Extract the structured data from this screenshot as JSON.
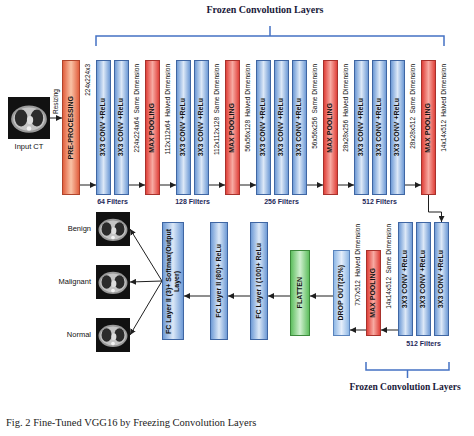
{
  "diagram": {
    "caption": "Fig. 2 Fine-Tuned VGG16 by Freezing Convolution Layers",
    "nodes": [
      {
        "text": [
          "Input CT"
        ]
      },
      {
        "text": [
          "PRE-PROCESSING"
        ]
      },
      {
        "text": [
          "3X3 CONV +ReLu"
        ]
      },
      {
        "text": [
          "3X3 CONV +ReLu"
        ]
      },
      {
        "text": [
          "MAX POOLING"
        ]
      },
      {
        "text": [
          "3X3 CONV +ReLu"
        ]
      },
      {
        "text": [
          "3X3 CONV +ReLu"
        ]
      },
      {
        "text": [
          "MAX POOLING"
        ]
      },
      {
        "text": [
          "3X3 CONV +ReLu"
        ]
      },
      {
        "text": [
          "3X3 CONV +ReLu"
        ]
      },
      {
        "text": [
          "3X3 CONV +ReLu"
        ]
      },
      {
        "text": [
          "MAX POOLING"
        ]
      },
      {
        "text": [
          "3X3 CONV +ReLu"
        ]
      },
      {
        "text": [
          "3X3 CONV +ReLu"
        ]
      },
      {
        "text": [
          "3X3 CONV +ReLu"
        ]
      },
      {
        "text": [
          "MAX POOLING"
        ]
      },
      {
        "text": [
          "3X3 CONV +ReLu"
        ]
      },
      {
        "text": [
          "3X3 CONV +ReLu"
        ]
      },
      {
        "text": [
          "3X3 CONV +ReLu"
        ]
      },
      {
        "text": [
          "MAX POOLING"
        ]
      },
      {
        "text": [
          "DROP OUT(20%)"
        ]
      },
      {
        "text": [
          "FLATTEN"
        ]
      },
      {
        "text": [
          "FC Layer I (100)+ ReLu"
        ]
      },
      {
        "text": [
          "FC Layer II (80)+ ReLu"
        ]
      },
      {
        "text": [
          "FC Layer II (3)+ Softmax(Output Layer)"
        ]
      },
      {
        "text": [
          "Benign"
        ]
      },
      {
        "text": [
          "Malignant"
        ]
      },
      {
        "text": [
          "Normal"
        ]
      }
    ],
    "edges": [
      {
        "from": 0,
        "to": 1,
        "arrow": "to",
        "label": "Resizing"
      },
      {
        "from": 1,
        "to": 2,
        "arrow": "to"
      },
      {
        "from": 3,
        "to": 4,
        "arrow": "to"
      },
      {
        "from": 4,
        "to": 5,
        "arrow": "to"
      },
      {
        "from": 6,
        "to": 7,
        "arrow": "to"
      },
      {
        "from": 7,
        "to": 8,
        "arrow": "to"
      },
      {
        "from": 10,
        "to": 11,
        "arrow": "to"
      },
      {
        "from": 11,
        "to": 12,
        "arrow": "to"
      },
      {
        "from": 14,
        "to": 15,
        "arrow": "to"
      },
      {
        "from": 15,
        "to": 16,
        "arrow": "to"
      },
      {
        "from": 18,
        "to": 19,
        "arrow": "to"
      },
      {
        "from": 19,
        "to": 20,
        "arrow": "to"
      },
      {
        "from": 20,
        "to": 21,
        "arrow": "to"
      },
      {
        "from": 21,
        "to": 22,
        "arrow": "to"
      },
      {
        "from": 22,
        "to": 23,
        "arrow": "to"
      },
      {
        "from": 23,
        "to": 24,
        "arrow": "to"
      },
      {
        "from": 24,
        "to": 25,
        "arrow": "to"
      },
      {
        "from": 24,
        "to": 26,
        "arrow": "to"
      },
      {
        "from": 24,
        "to": 27,
        "arrow": "to"
      }
    ],
    "labels": [
      "Frozen Convolution Layers",
      "224x224x3",
      "64 Filters",
      "Same Dimension",
      "224x224x64",
      "Halved Dimension",
      "112x112x64",
      "128 Filters",
      "Same Dimension",
      "112x112x128",
      "Halved Dimension",
      "56x56x128",
      "256 Filters",
      "Same Dimension",
      "56x56x256",
      "Halved Dimension",
      "28x28x256",
      "512 Filters",
      "Same Dimension",
      "28x28x512",
      "Halved Dimension",
      "14x14x512",
      "512 Filters",
      "Same Dimension",
      "14x14x512",
      "Halved Dimension",
      "7X7x512",
      "Frozen Convolution Layers"
    ]
  }
}
